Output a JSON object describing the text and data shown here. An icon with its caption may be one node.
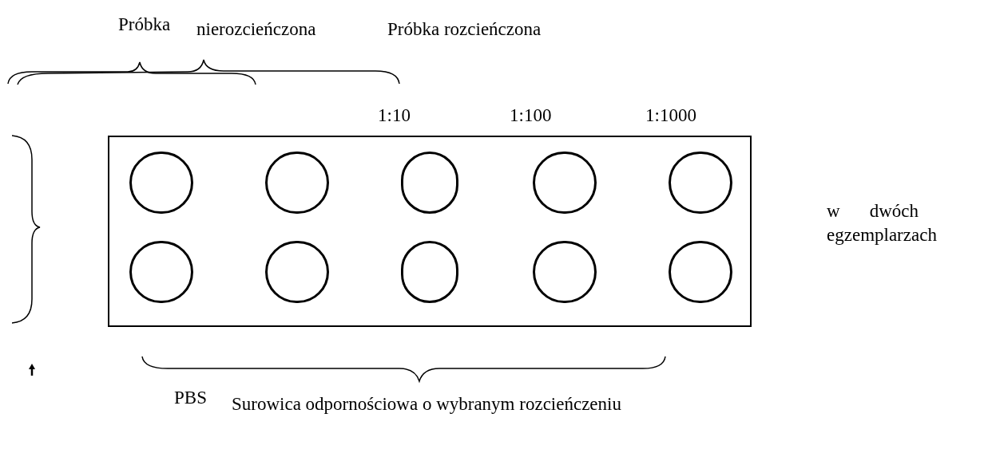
{
  "diagram": {
    "nodes": [
      {
        "text": [],
        "shape": "box"
      },
      {
        "text": [],
        "shape": "circle",
        "in": 0
      },
      {
        "text": [],
        "shape": "circle",
        "in": 0
      },
      {
        "text": [],
        "shape": "circle",
        "in": 0
      },
      {
        "text": [],
        "shape": "circle",
        "in": 0
      },
      {
        "text": [],
        "shape": "circle",
        "in": 0
      },
      {
        "text": [],
        "shape": "circle",
        "in": 0
      },
      {
        "text": [],
        "shape": "circle",
        "in": 0
      },
      {
        "text": [],
        "shape": "circle",
        "in": 0
      },
      {
        "text": [],
        "shape": "circle",
        "in": 0
      },
      {
        "text": [],
        "shape": "circle",
        "in": 0
      }
    ],
    "labels": [
      "Próbka",
      "nierozcieńczona",
      "Próbka rozcieńczona",
      "1:10",
      "1:100",
      "1:1000",
      "w dwóch egzemplarzach",
      "PBS",
      "Surowica odpornościowa o wybranym rozcieńczeniu"
    ]
  }
}
